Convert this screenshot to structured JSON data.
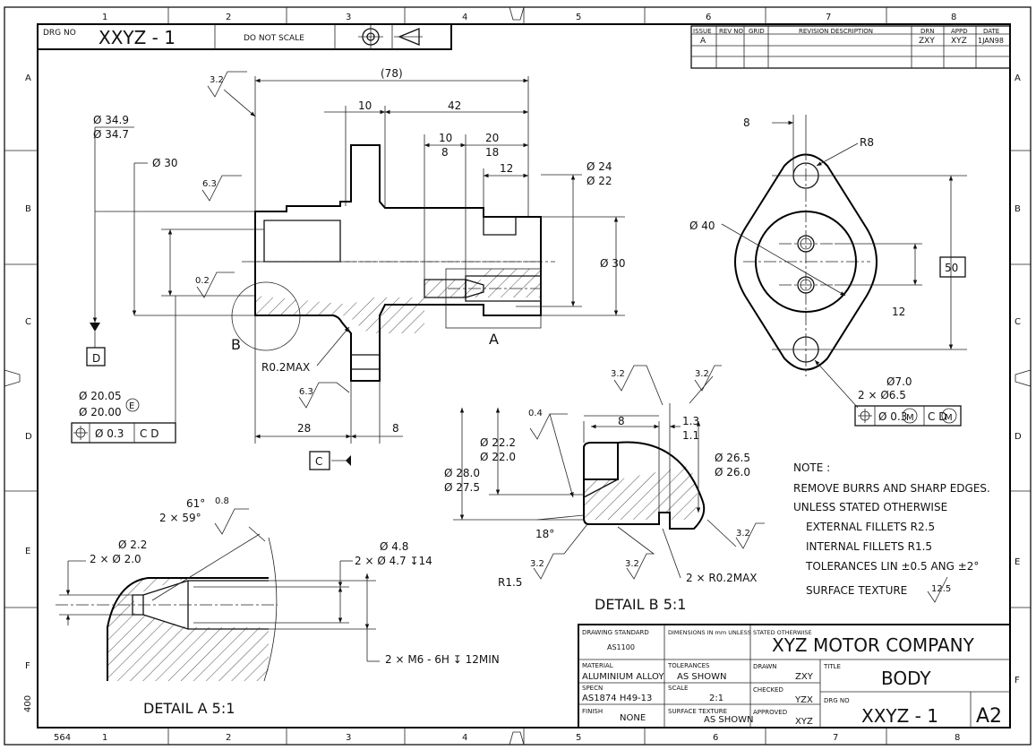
{
  "border": {
    "cols_top": [
      "1",
      "2",
      "3",
      "4",
      "5",
      "6",
      "7",
      "8"
    ],
    "cols_bottom": [
      "1",
      "2",
      "3",
      "4",
      "5",
      "6",
      "7",
      "8"
    ],
    "rows": [
      "A",
      "B",
      "C",
      "D",
      "E",
      "F"
    ],
    "corner_num_bottom": "564",
    "corner_num_side": "400"
  },
  "header": {
    "drg_no_label": "DRG NO",
    "drg_no": "XXYZ - 1",
    "do_not_scale": "DO NOT SCALE"
  },
  "revision": {
    "headers": [
      "ISSUE",
      "REV NO",
      "GRID",
      "REVISION DESCRIPTION",
      "DRN",
      "APPD",
      "DATE"
    ],
    "row": [
      "A",
      "",
      "",
      "",
      "ZXY",
      "XYZ",
      "1JAN98"
    ]
  },
  "main_view": {
    "dims": {
      "d78": "(78)",
      "d10": "10",
      "d42": "42",
      "d10_8_top": "10",
      "d10_8_bot": "8",
      "d20_18_top": "20",
      "d20_18_bot": "18",
      "d12": "12",
      "dia349": "Ø 34.9",
      "dia347": "Ø 34.7",
      "dia30l": "Ø 30",
      "dia24": "Ø 24",
      "dia22": "Ø 22",
      "dia30r": "Ø 30",
      "d28": "28",
      "d8": "8",
      "dia2005": "Ø 20.05",
      "dia2000": "Ø 20.00",
      "e_mod": "E",
      "r02max": "R0.2MAX"
    },
    "surface": {
      "s32": "3.2",
      "s63a": "6.3",
      "s02": "0.2",
      "s63b": "6.3"
    },
    "labels": {
      "datum_d": "D",
      "datum_c": "C",
      "detail_b": "B",
      "section_a": "A"
    },
    "fcf": {
      "tol": "Ø 0.3",
      "datums": "C D"
    }
  },
  "flange_view": {
    "d8": "8",
    "r8": "R8",
    "dia40": "Ø 40",
    "d50": "50",
    "d12": "12",
    "dia70": "Ø7.0",
    "dia65": "2 × Ø6.5",
    "fcf_tol": "Ø 0.3",
    "mod_m": "M",
    "fcf_datums": "C D",
    "mod_m2": "M"
  },
  "detail_b": {
    "d8": "8",
    "d13": "1.3",
    "d11": "1.1",
    "dia222": "Ø 22.2",
    "dia220": "Ø 22.0",
    "dia280": "Ø 28.0",
    "dia275": "Ø 27.5",
    "dia265": "Ø 26.5",
    "dia260": "Ø 26.0",
    "s04": "0.4",
    "s32a": "3.2",
    "s32b": "3.2",
    "s32c": "3.2",
    "s32d": "3.2",
    "s32e": "3.2",
    "ang18": "18°",
    "r15": "R1.5",
    "r02": "2 × R0.2MAX",
    "title": "DETAIL  B  5:1"
  },
  "detail_a": {
    "ang61": "61°",
    "ang59": "2 × 59°",
    "s08": "0.8",
    "dia22": "Ø 2.2",
    "dia20": "2 ×  Ø 2.0",
    "dia48": "Ø 4.8",
    "dia47": "2 ×  Ø 4.7 ↧14",
    "thread": "2 × M6 - 6H ↧ 12MIN",
    "title": "DETAIL  A  5:1"
  },
  "notes": {
    "title": "NOTE :",
    "lines": [
      "REMOVE BURRS AND SHARP EDGES.",
      "UNLESS STATED OTHERWISE",
      "EXTERNAL FILLETS R2.5",
      "INTERNAL FILLETS R1.5",
      "TOLERANCES  LIN ±0.5  ANG ±2°",
      "SURFACE TEXTURE"
    ],
    "texture_val": "12.5"
  },
  "title_block": {
    "drawing_standard_label": "DRAWING STANDARD",
    "drawing_standard": "AS1100",
    "dimensions_label": "DIMENSIONS IN mm UNLESS STATED OTHERWISE",
    "company": "XYZ MOTOR COMPANY",
    "material_label": "MATERIAL",
    "material": "ALUMINIUM ALLOY",
    "tolerances_label": "TOLERANCES",
    "tolerances": "AS SHOWN",
    "drawn_label": "DRAWN",
    "drawn": "ZXY",
    "title_label": "TITLE",
    "title": "BODY",
    "spec_label": "SPECN",
    "spec": "AS1874   H49-13",
    "scale_label": "SCALE",
    "scale": "2:1",
    "checked_label": "CHECKED",
    "checked": "YZX",
    "finish_label": "FINISH",
    "finish": "NONE",
    "surface_label": "SURFACE TEXTURE",
    "surface": "AS SHOWN",
    "approved_label": "APPROVED",
    "approved": "XYZ",
    "drg_no_label": "DRG NO",
    "drg_no": "XXYZ  -  1",
    "size": "A2"
  }
}
